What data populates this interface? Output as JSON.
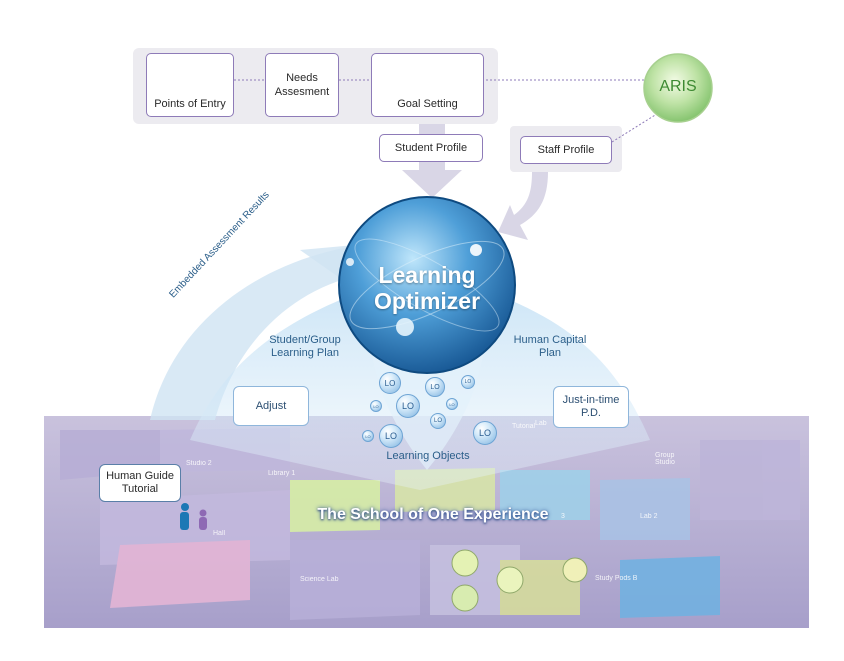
{
  "top_row": {
    "points_of_entry": "Points of Entry",
    "needs_assessment": "Needs\nAssesment",
    "goal_setting": "Goal Setting",
    "aris": "ARIS"
  },
  "profiles": {
    "student_profile": "Student Profile",
    "staff_profile": "Staff Profile"
  },
  "optimizer": {
    "line1": "Learning",
    "line2": "Optimizer"
  },
  "arcs": {
    "embedded_results": "Embedded Assessment Results",
    "student_group_plan": "Student/Group\nLearning Plan",
    "human_capital_plan": "Human Capital\nPlan",
    "learning_objects": "Learning Objects"
  },
  "boxes": {
    "adjust": "Adjust",
    "just_in_time": "Just-in-time\nP.D.",
    "human_guide": "Human Guide\nTutorial"
  },
  "lo_bubble": "LO",
  "school": {
    "title": "The School of One Experience",
    "rooms": [
      "Studio 2",
      "Library 1",
      "Group Studio",
      "Lab 2",
      "Science Lab",
      "Study Pods B",
      "Hall",
      "Lab",
      "Tutorial",
      "3"
    ]
  },
  "colors": {
    "purple_border": "#8e7bb8",
    "blue_text": "#2c5f8a",
    "aris_green": "#5cb85c"
  }
}
